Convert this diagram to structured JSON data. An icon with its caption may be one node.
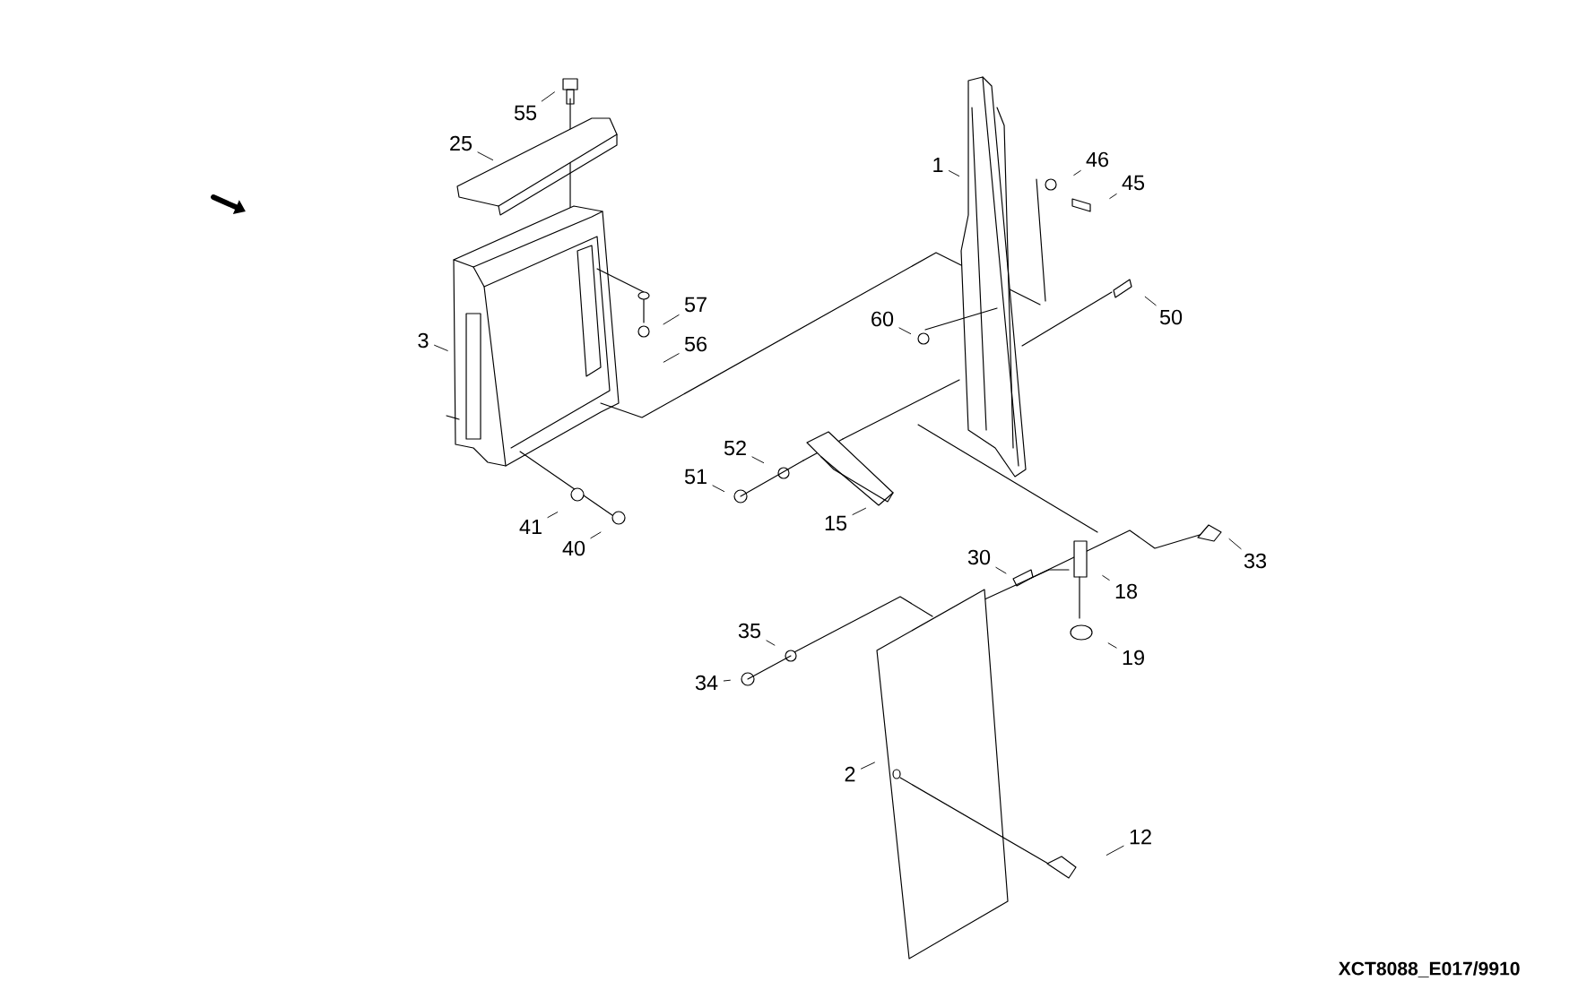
{
  "diagram": {
    "nodes": [
      {
        "text": [
          "55"
        ]
      },
      {
        "text": [
          "25"
        ]
      },
      {
        "text": [
          "1"
        ]
      },
      {
        "text": [
          "46"
        ]
      },
      {
        "text": [
          "45"
        ]
      },
      {
        "text": [
          "57"
        ]
      },
      {
        "text": [
          "50"
        ]
      },
      {
        "text": [
          "3"
        ]
      },
      {
        "text": [
          "56"
        ]
      },
      {
        "text": [
          "60"
        ]
      },
      {
        "text": [
          "52"
        ]
      },
      {
        "text": [
          "51"
        ]
      },
      {
        "text": [
          "41"
        ]
      },
      {
        "text": [
          "15"
        ]
      },
      {
        "text": [
          "40"
        ]
      },
      {
        "text": [
          "30"
        ]
      },
      {
        "text": [
          "33"
        ]
      },
      {
        "text": [
          "18"
        ]
      },
      {
        "text": [
          "35"
        ]
      },
      {
        "text": [
          "19"
        ]
      },
      {
        "text": [
          "34"
        ]
      },
      {
        "text": [
          "2"
        ]
      },
      {
        "text": [
          "12"
        ]
      }
    ],
    "edges": [
      {
        "from": 0,
        "to": null,
        "arrow": "none"
      },
      {
        "from": 1,
        "to": null,
        "arrow": "none"
      },
      {
        "from": 2,
        "to": null,
        "arrow": "none"
      },
      {
        "from": 3,
        "to": null,
        "arrow": "none"
      },
      {
        "from": 4,
        "to": null,
        "arrow": "none"
      },
      {
        "from": 5,
        "to": null,
        "arrow": "none"
      },
      {
        "from": 6,
        "to": null,
        "arrow": "none"
      },
      {
        "from": 7,
        "to": null,
        "arrow": "none"
      },
      {
        "from": 8,
        "to": null,
        "arrow": "none"
      },
      {
        "from": 9,
        "to": null,
        "arrow": "none"
      },
      {
        "from": 10,
        "to": null,
        "arrow": "none"
      },
      {
        "from": 11,
        "to": null,
        "arrow": "none"
      },
      {
        "from": 12,
        "to": null,
        "arrow": "none"
      },
      {
        "from": 13,
        "to": null,
        "arrow": "none"
      },
      {
        "from": 14,
        "to": null,
        "arrow": "none"
      },
      {
        "from": 15,
        "to": null,
        "arrow": "none"
      },
      {
        "from": 16,
        "to": null,
        "arrow": "none"
      },
      {
        "from": 17,
        "to": null,
        "arrow": "none"
      },
      {
        "from": 18,
        "to": null,
        "arrow": "none"
      },
      {
        "from": 19,
        "to": null,
        "arrow": "none"
      },
      {
        "from": 20,
        "to": null,
        "arrow": "none"
      },
      {
        "from": 21,
        "to": null,
        "arrow": "none"
      },
      {
        "from": 22,
        "to": null,
        "arrow": "none"
      }
    ],
    "labels": [
      "XCT8088_E017/9910"
    ]
  }
}
